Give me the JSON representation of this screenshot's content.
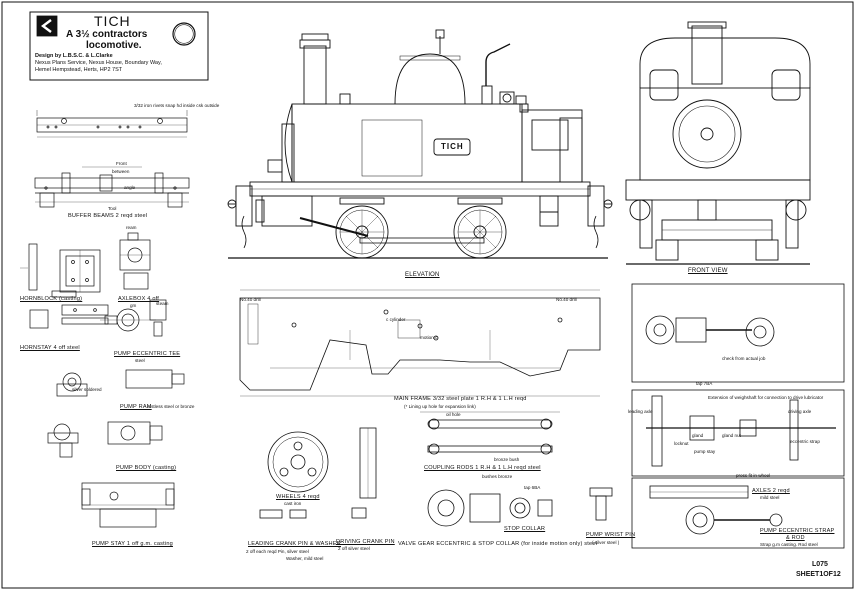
{
  "title_block": {
    "title": "TICH",
    "subtitle_line1": "A 3½ contractors",
    "subtitle_line2": "locomotive.",
    "design_by": "Design by L.B.S.C. & L.Clarke",
    "address1": "Nexus Plans Service, Nexus House, Boundary Way,",
    "address2": "Hemel Hempstead, Herts, HP2 7ST"
  },
  "sheet": {
    "number": "L075",
    "of": "SHEET1OF12"
  },
  "views": {
    "elevation": "ELEVATION",
    "front_view": "FRONT VIEW",
    "nameplate": "TICH"
  },
  "parts": {
    "buffer_beams": "BUFFER BEAMS  2 reqd    steel",
    "hornblock": "HORNBLOCK (casting)",
    "hornstay": "HORNSTAY 4 off steel",
    "axlebox": "AXLEBOX 4 off",
    "axlebox_mat": "gm",
    "pump_eccentric_tee": "PUMP ECCENTRIC TEE",
    "pump_eccentric_tee_mat": "steel",
    "pump_ram": "PUMP RAM",
    "pump_ram_mat": "rustless steel or bronze",
    "pump_body": "PUMP BODY (casting)",
    "pump_stay": "PUMP STAY  1 off  g.m. casting",
    "main_frame": "MAIN FRAME  3/32 steel plate  1 R.H & 1 L.H reqd",
    "main_frame_note": "(* Lining up hole for expansion link)",
    "coupling_rods": "COUPLING RODS  1 R.H & 1 L.H reqd  steel",
    "coupling_bush": "bushes bronze",
    "wheels": "WHEELS 4 reqd",
    "wheels_mat": "cast iron",
    "leading_crank_pin": "LEADING CRANK PIN & WASHER",
    "leading_crank_pin_qty": "2 off each reqd   Pin, silver steel",
    "leading_crank_pin_washer": "Washer, mild steel",
    "driving_crank_pin": "DRIVING CRANK PIN",
    "driving_crank_pin_qty": "2 off silver steel",
    "stop_collar": "STOP COLLAR",
    "pump_wrist_pin": "PUMP WRIST PIN",
    "pump_wrist_pin_mat": "( silver steel )",
    "valve_gear": "VALVE GEAR ECCENTRIC & STOP COLLAR (for inside motion only)   steel",
    "axles": "AXLES 2 reqd",
    "axles_mat": "mild steel",
    "pump_strap": "PUMP ECCENTRIC STRAP",
    "pump_strap2": "& ROD",
    "pump_strap_mat": "Strap g.m casting. Rod steel"
  },
  "notes": {
    "buffer_note": "3/32 iron rivets snap hd inside csk outside",
    "front": "Front",
    "between": "between",
    "tool": "Tool",
    "angle": "angle",
    "no40": "No.40 drill",
    "no40b": "No.40 drill",
    "extension_note": "Extension of weighshaft for connection to drive lubricator",
    "leading_axle": "leading axle",
    "driving_axle": "driving axle",
    "eccentric_strap": "eccentric strap",
    "pump_stay_n": "pump stay",
    "locknut": "locknut",
    "gland": "gland",
    "gland_nut": "gland nut",
    "check": "check from actual job",
    "press_fit": "press fit in wheel",
    "ream": "ream",
    "oil_hole": "oil hole",
    "bronze_bush": "bronze bush",
    "sil_soldered": "silver soldered",
    "top_6ba": "tap 6BA",
    "top_7ba": "tap 7BA",
    "motion_c": "motion c",
    "c_cylinder": "c cylinder",
    "steam": "steam"
  }
}
